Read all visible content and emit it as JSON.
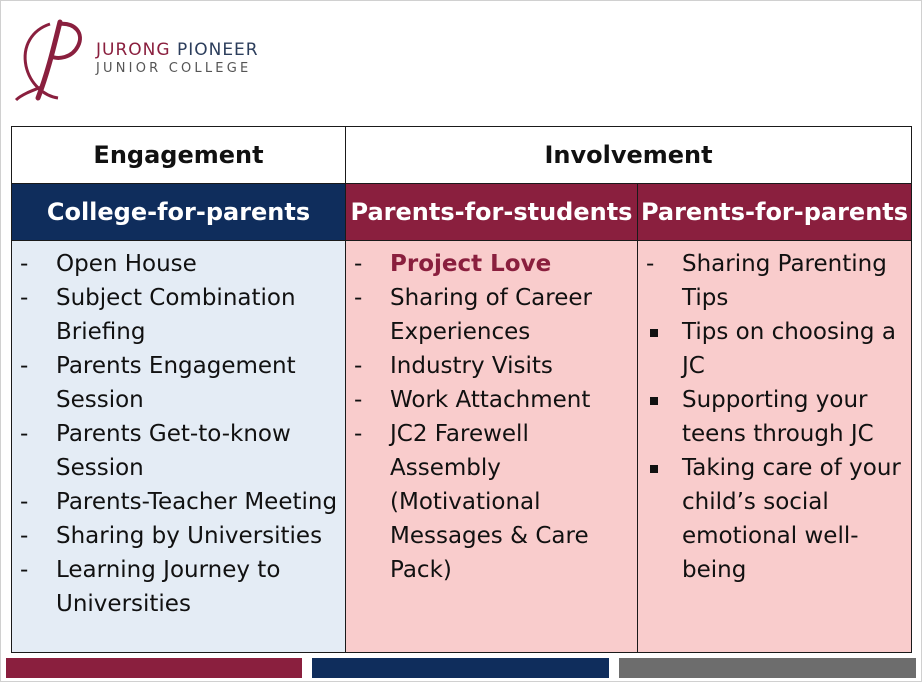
{
  "brand": {
    "name_part1": "JURONG",
    "name_part2": " PIONEER",
    "subtitle": "JUNIOR COLLEGE"
  },
  "colors": {
    "maroon": "#8a1f3e",
    "navy": "#0f2d5c",
    "gray": "#6d6d6d",
    "light_blue": "#e4ecf5",
    "pink": "#f9cccc"
  },
  "table": {
    "engagement": "Engagement",
    "involvement": "Involvement",
    "columns": [
      {
        "title": "College-for-parents",
        "items": [
          {
            "marker": "-",
            "text": "Open House"
          },
          {
            "marker": "-",
            "text": "Subject Combination Briefing"
          },
          {
            "marker": "-",
            "text": "Parents Engagement Session"
          },
          {
            "marker": "-",
            "text": "Parents Get-to-know Session"
          },
          {
            "marker": "-",
            "text": "Parents-Teacher Meeting"
          },
          {
            "marker": "-",
            "text": "Sharing by Universities"
          },
          {
            "marker": "-",
            "text": "Learning Journey to Universities"
          }
        ]
      },
      {
        "title": "Parents-for-students",
        "items": [
          {
            "marker": "-",
            "text": "Project Love"
          },
          {
            "marker": "-",
            "text": "Sharing of Career Experiences"
          },
          {
            "marker": "-",
            "text": "Industry Visits"
          },
          {
            "marker": "-",
            "text": "Work Attachment"
          },
          {
            "marker": "-",
            "text": "JC2 Farewell Assembly (Motivational Messages & Care Pack)"
          }
        ]
      },
      {
        "title": "Parents-for-parents",
        "items": [
          {
            "marker": "-",
            "text": "Sharing Parenting Tips"
          },
          {
            "marker": "square",
            "text": "Tips on choosing a JC"
          },
          {
            "marker": "square",
            "text": "Supporting your teens through JC"
          },
          {
            "marker": "square",
            "text": "Taking care of your child’s social emotional well-being"
          }
        ]
      }
    ]
  }
}
